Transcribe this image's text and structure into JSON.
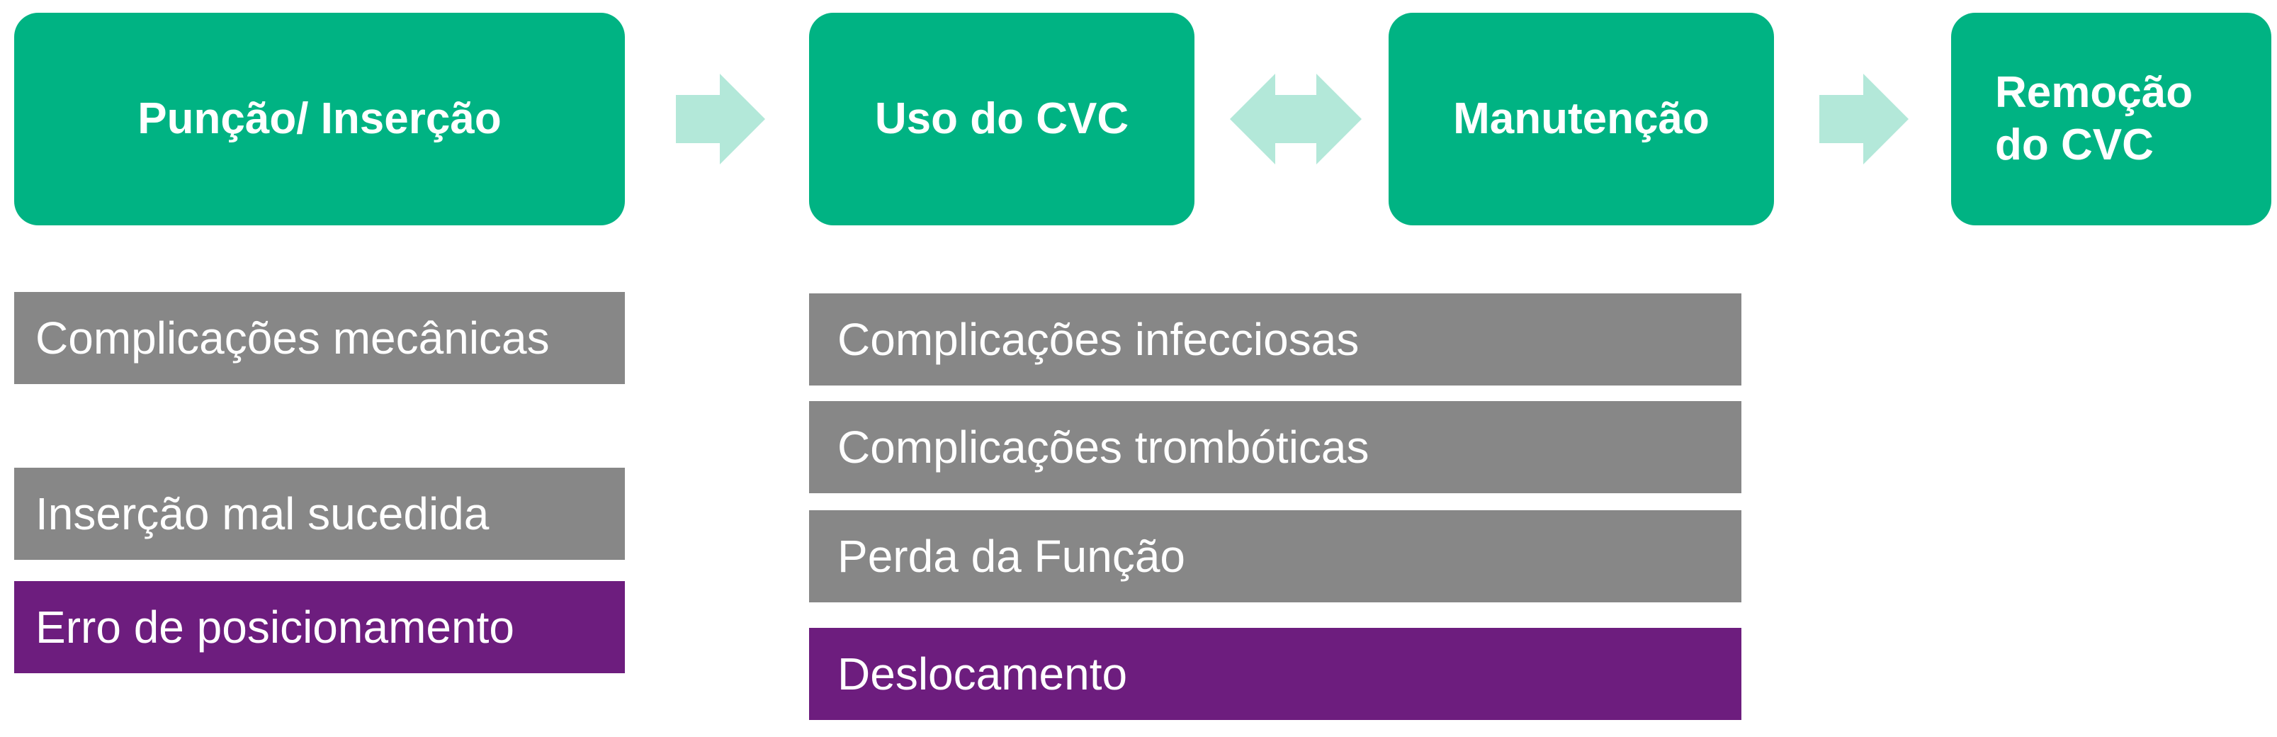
{
  "colors": {
    "step_fill": "#00b383",
    "arrow_fill": "#b3e8d9",
    "issue_gray": "#878787",
    "issue_purple": "#6d1d7e",
    "text": "#ffffff"
  },
  "steps": [
    {
      "label": "Punção/ Inserção"
    },
    {
      "label": "Uso do CVC"
    },
    {
      "label": "Manutenção"
    },
    {
      "label": "Remoção\ndo CVC"
    }
  ],
  "connectors": [
    {
      "from": "Punção/ Inserção",
      "to": "Uso do CVC",
      "icon": "right-arrow-icon"
    },
    {
      "between": [
        "Uso do CVC",
        "Manutenção"
      ],
      "icon": "double-arrow-icon"
    },
    {
      "from": "Manutenção",
      "to": "Remoção do CVC",
      "icon": "right-arrow-icon"
    }
  ],
  "insertion_issues": [
    {
      "label": "Complicações mecânicas",
      "color": "gray"
    },
    {
      "label": "Inserção mal sucedida",
      "color": "gray"
    },
    {
      "label": "Erro de posicionamento",
      "color": "purple"
    }
  ],
  "use_issues": [
    {
      "label": "Complicações infecciosas",
      "color": "gray"
    },
    {
      "label": "Complicações trombóticas",
      "color": "gray"
    },
    {
      "label": "Perda da Função",
      "color": "gray"
    },
    {
      "label": "Deslocamento",
      "color": "purple"
    }
  ]
}
